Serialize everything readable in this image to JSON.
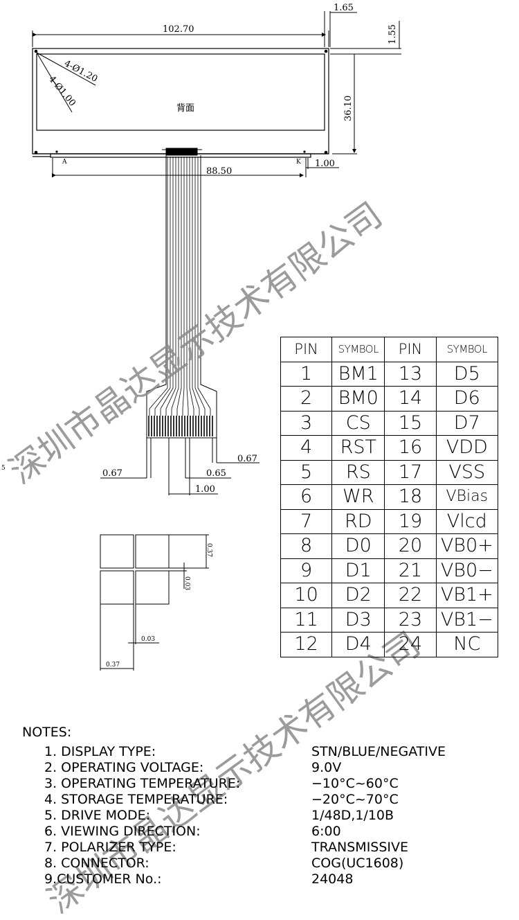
{
  "dimensions": {
    "top_offset": "1.65",
    "right_offset": "1.55",
    "width": "102.70",
    "height": "36.10",
    "hole_large": "4-Ø1.20",
    "hole_small": "4-Ø1.00",
    "back_label": "背面",
    "anode": "A",
    "cathode": "K",
    "pin_offset": "1.00",
    "pin_span": "88.50",
    "fpc_left": "0.67",
    "fpc_right": "0.67",
    "fpc_pitch": "0.65",
    "fpc_width": "1.00",
    "side_mark": "5",
    "pixel_size": "0.37",
    "pixel_gap": "0.03",
    "pixel_gap_bottom": "0.03",
    "pixel_size_bottom": "0.37"
  },
  "watermark": {
    "line1": "深圳市晶达显示技术有限公司",
    "line2": "深圳市晶达显示技术有限公司"
  },
  "pin_table": {
    "headers": [
      "PIN",
      "SYMBOL",
      "PIN",
      "SYMBOL"
    ],
    "rows": [
      [
        "1",
        "BM1",
        "13",
        "D5"
      ],
      [
        "2",
        "BM0",
        "14",
        "D6"
      ],
      [
        "3",
        "CS",
        "15",
        "D7"
      ],
      [
        "4",
        "RST",
        "16",
        "VDD"
      ],
      [
        "5",
        "RS",
        "17",
        "VSS"
      ],
      [
        "6",
        "WR",
        "18",
        "VBias"
      ],
      [
        "7",
        "RD",
        "19",
        "Vlcd"
      ],
      [
        "8",
        "D0",
        "20",
        "VB0+"
      ],
      [
        "9",
        "D1",
        "21",
        "VB0−"
      ],
      [
        "10",
        "D2",
        "22",
        "VB1+"
      ],
      [
        "11",
        "D3",
        "23",
        "VB1−"
      ],
      [
        "12",
        "D4",
        "24",
        "NC"
      ]
    ]
  },
  "notes": {
    "title": "NOTES:",
    "items": [
      {
        "label": "1.  DISPLAY  TYPE:",
        "value": "STN/BLUE/NEGATIVE"
      },
      {
        "label": "2.  OPERATING  VOLTAGE:",
        "value": "9.0V"
      },
      {
        "label": "3.  OPERATING  TEMPERATURE:",
        "value": "−10°C~60°C"
      },
      {
        "label": "4.  STORAGE  TEMPERATURE:",
        "value": "−20°C~70°C"
      },
      {
        "label": "5.  DRIVE  MODE:",
        "value": "1/48D,1/10B"
      },
      {
        "label": "6.  VIEWING  DIRECTION:",
        "value": "6:00"
      },
      {
        "label": "7.  POLARIZER  TYPE:",
        "value": "TRANSMISSIVE"
      },
      {
        "label": "8.  CONNECTOR:",
        "value": "COG(UC1608)"
      },
      {
        "label": "9.CUSTOMER  No.:",
        "value": "24048"
      }
    ]
  }
}
